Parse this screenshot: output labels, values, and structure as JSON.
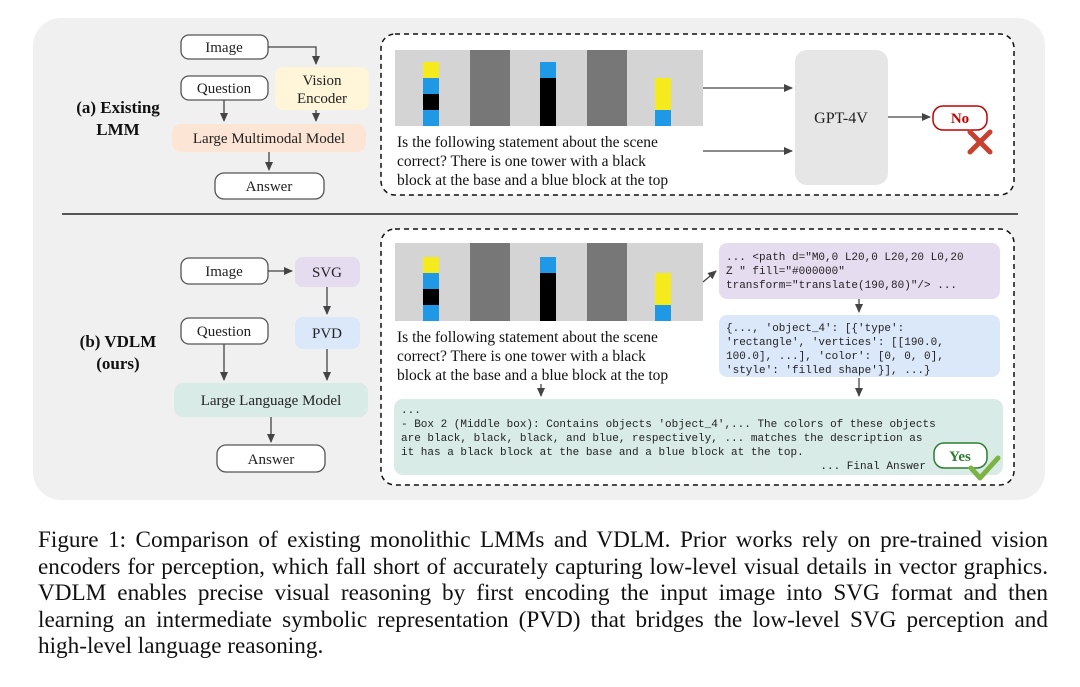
{
  "section_a": {
    "label_line1": "(a) Existing",
    "label_line2": "LMM",
    "nodes": {
      "image": "Image",
      "question": "Question",
      "vision_encoder_line1": "Vision",
      "vision_encoder_line2": "Encoder",
      "lmm": "Large Multimodal Model",
      "answer": "Answer"
    },
    "question_text": [
      "Is the following statement about the scene",
      "correct? There is one tower with a black",
      "block at the base and a blue block at the top"
    ],
    "model": "GPT-4V",
    "result": "No"
  },
  "section_b": {
    "label_line1": "(b) VDLM",
    "label_line2": "(ours)",
    "nodes": {
      "image": "Image",
      "svg": "SVG",
      "question": "Question",
      "pvd": "PVD",
      "llm": "Large Language Model",
      "answer": "Answer"
    },
    "question_text": [
      "Is the following statement about the scene",
      "correct? There is one tower with a black",
      "block at the base and a blue block at the top"
    ],
    "svg_code": [
      "... <path d=\"M0,0 L20,0 L20,20 L0,20",
      "Z \" fill=\"#000000\"",
      "transform=\"translate(190,80)\"/> ..."
    ],
    "pvd_code": [
      "{..., 'object_4': [{'type':",
      "'rectangle', 'vertices': [[190.0,",
      "100.0], ...], 'color': [0, 0, 0],",
      "'style': 'filled shape'}], ...}"
    ],
    "reasoning": [
      "...",
      "- Box 2 (Middle box): Contains objects 'object_4',... The colors of these objects",
      "are black, black, black, and blue, respectively, ... matches the description as",
      "it has a black block at the base and a blue block at the top.",
      "... Final Answer"
    ],
    "result": "Yes"
  },
  "caption": "Figure 1: Comparison of existing monolithic LMMs and VDLM. Prior works rely on pre-trained vision encoders for perception, which fall short of accurately capturing low-level visual details in vector graphics. VDLM enables precise visual reasoning by first encoding the input image into SVG format and then learning an intermediate symbolic representation (PVD) that bridges the low-level SVG perception and high-level language reasoning.",
  "colors": {
    "vision_encoder": "#fff5d9",
    "lmm": "#fde5d6",
    "svg": "#e6dcf0",
    "pvd": "#dbe8fa",
    "llm": "#d8ebe6",
    "no": "#c00000",
    "yes": "#2e7d32",
    "tower_yellow": "#f5ea1c",
    "tower_blue": "#1f98e6",
    "tower_black": "#000000"
  }
}
